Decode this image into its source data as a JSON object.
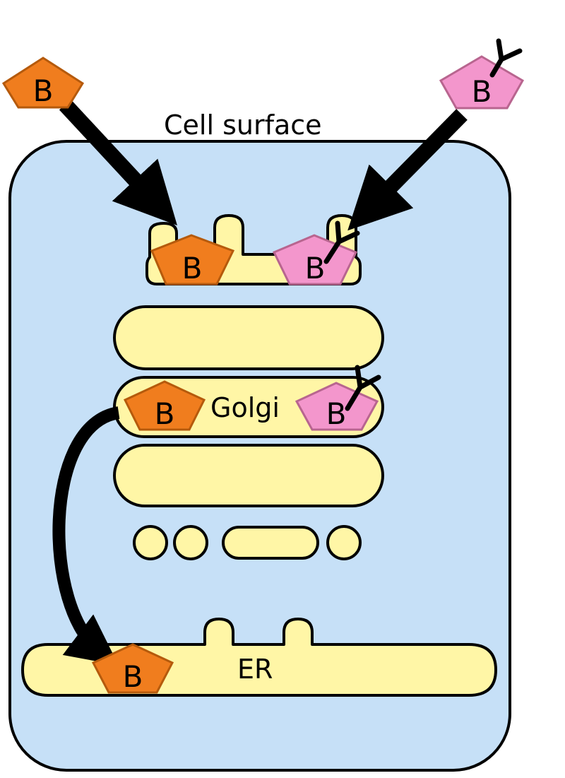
{
  "labels": {
    "cell_surface": "Cell surface",
    "golgi": "Golgi",
    "er": "ER"
  },
  "toxin_label": "B",
  "colors": {
    "cell_fill": "#c6e0f7",
    "organelle_fill": "#fff6a6",
    "unmodified_toxin_fill": "#f07d1e",
    "unmodified_toxin_stroke": "#b55a0c",
    "modified_toxin_fill": "#f396cc",
    "modified_toxin_stroke": "#b8658f",
    "outline": "#000000"
  },
  "icons": {
    "unmodified_toxin": "orange-pentagon-b-subunit",
    "modified_toxin": "pink-pentagon-b-subunit-with-y-tag",
    "arrow": "thick-black-arrow"
  }
}
